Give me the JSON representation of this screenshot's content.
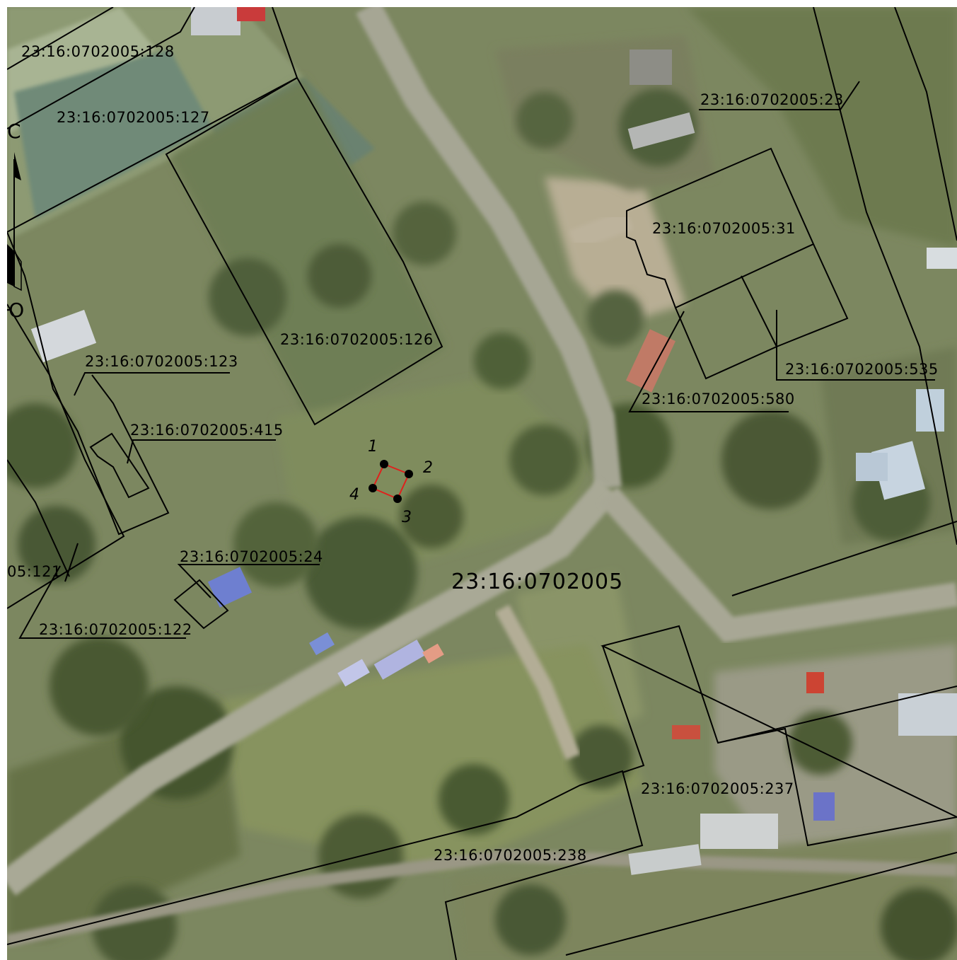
{
  "block": {
    "label": "23:16:0702005"
  },
  "parcels": [
    {
      "key": "p128",
      "label": "23:16:0702005:128"
    },
    {
      "key": "p127",
      "label": "23:16:0702005:127"
    },
    {
      "key": "p126",
      "label": "23:16:0702005:126"
    },
    {
      "key": "p123",
      "label": "23:16:0702005:123"
    },
    {
      "key": "p415",
      "label": "23:16:0702005:415"
    },
    {
      "key": "p24",
      "label": "23:16:0702005:24"
    },
    {
      "key": "p121",
      "label": "05:121"
    },
    {
      "key": "p122",
      "label": "23:16:0702005:122"
    },
    {
      "key": "p23",
      "label": "23:16:0702005:23"
    },
    {
      "key": "p31",
      "label": "23:16:0702005:31"
    },
    {
      "key": "p535",
      "label": "23:16:0702005:535"
    },
    {
      "key": "p580",
      "label": "23:16:0702005:580"
    },
    {
      "key": "p237",
      "label": "23:16:0702005:237"
    },
    {
      "key": "p238",
      "label": "23:16:0702005:238"
    }
  ],
  "target_points": [
    "1",
    "2",
    "3",
    "4"
  ],
  "compass": {
    "north": "С",
    "south": "Ю"
  },
  "colors": {
    "target_outline": "#e0201c",
    "boundary": "#000000",
    "vertex": "#000000"
  }
}
